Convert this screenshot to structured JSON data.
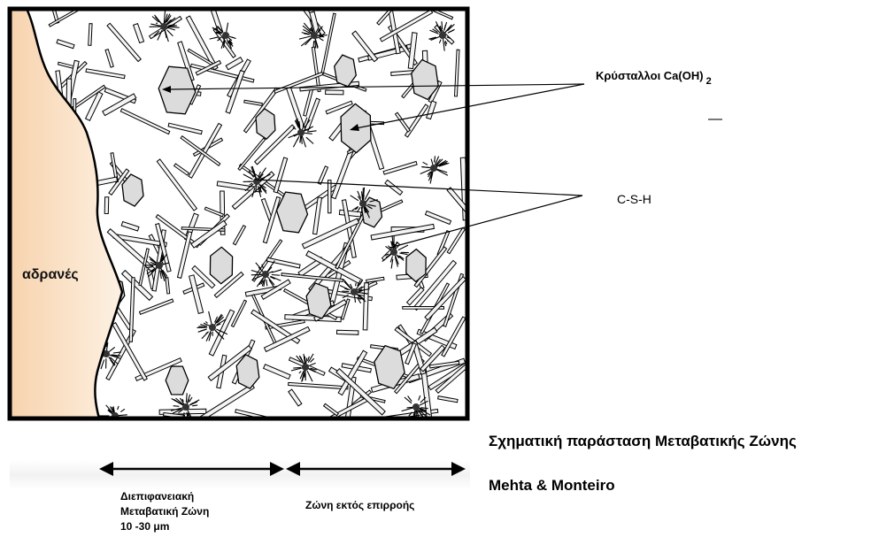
{
  "diagram": {
    "labels": {
      "ch_crystals_main": "Κρύσταλλοι Ca(OH)",
      "ch_crystals_sub": "2",
      "dash": "—",
      "csh": "C-S-H",
      "aggregate": "αδρανές",
      "itz_line1": "Διεπιφανειακή",
      "itz_line2": "Μεταβατική Ζώνη",
      "itz_line3": "10 -30 μm",
      "bulk_zone": "Ζώνη εκτός επιρροής"
    },
    "caption": "Σχηματική παράσταση Μεταβατικής Ζώνης",
    "credit": "Mehta & Monteiro",
    "colors": {
      "aggregate_fill": "#fbe5cd",
      "paste_fill": "#ffffff",
      "crystal_fill": "#dcdcdc",
      "ink": "#000000"
    }
  }
}
